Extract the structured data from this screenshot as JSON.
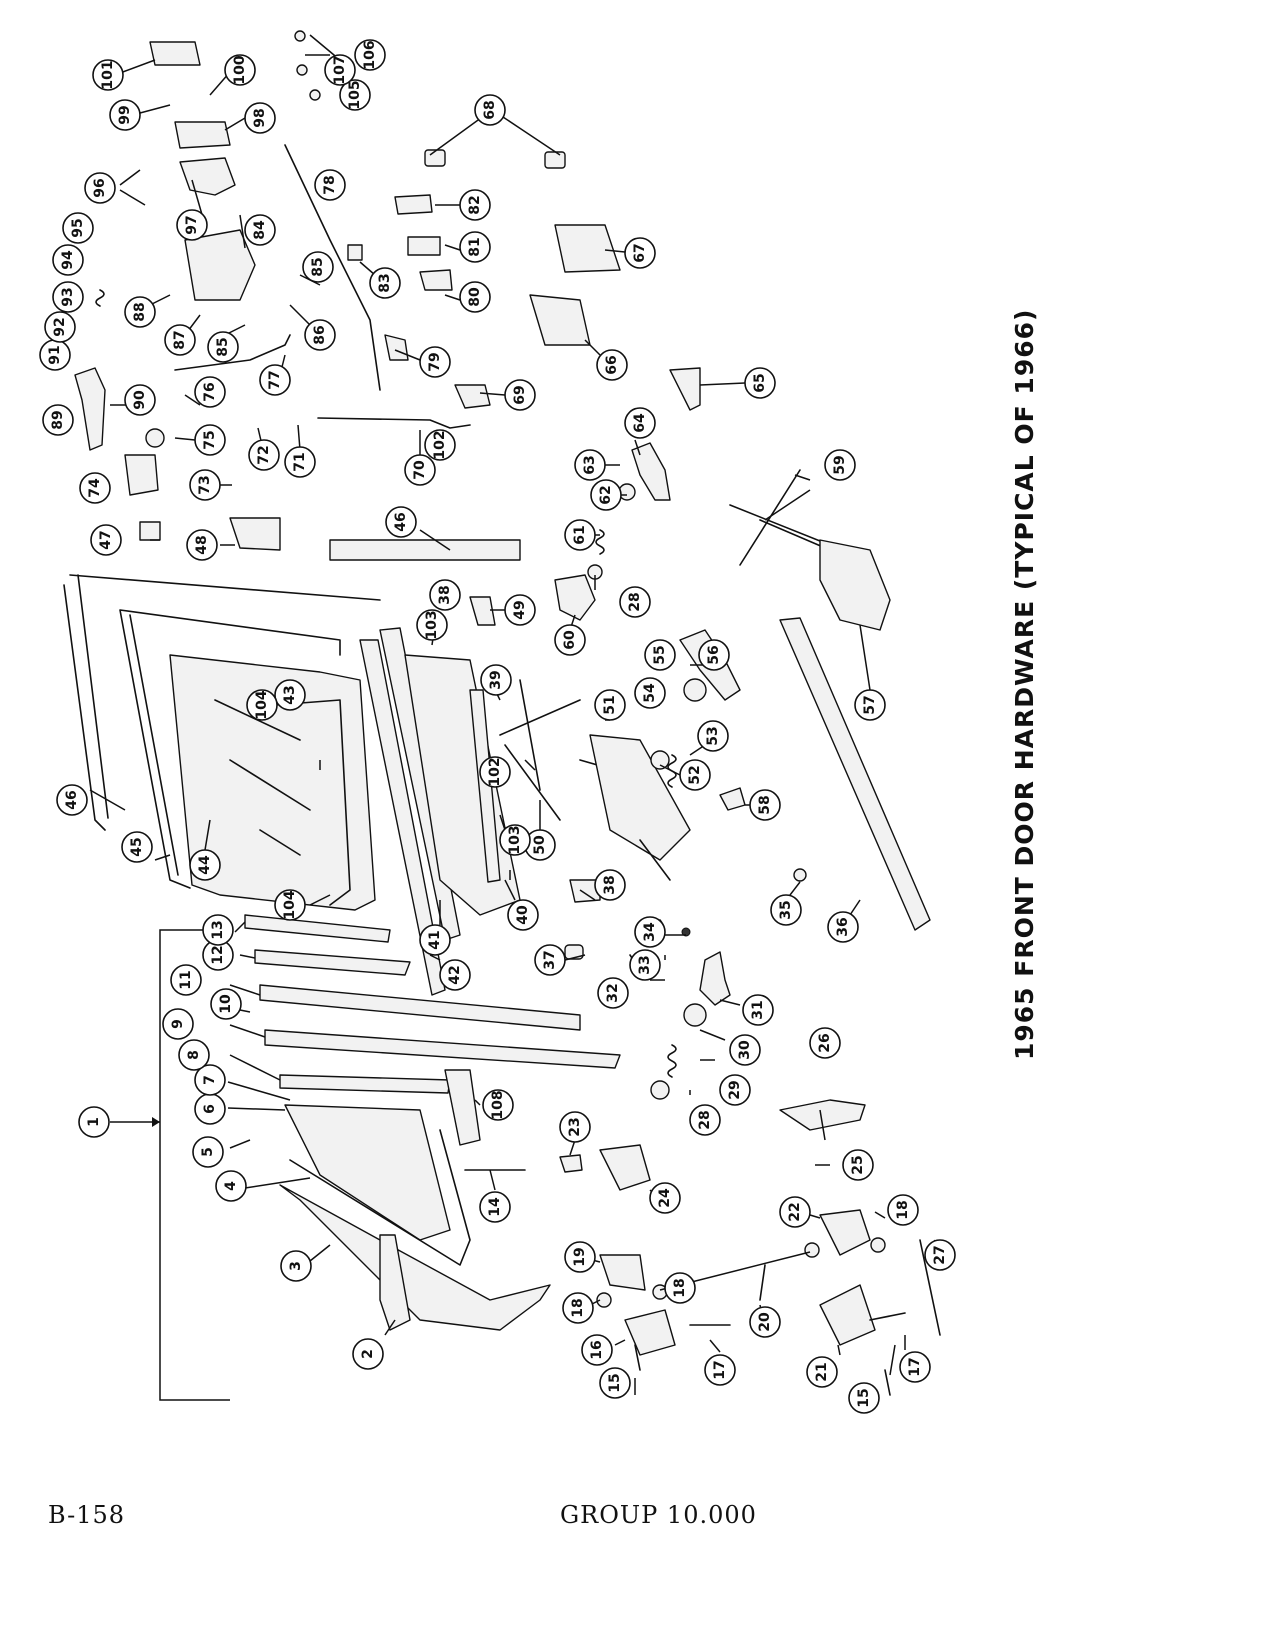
{
  "title": "1965 FRONT DOOR HARDWARE (TYPICAL OF 1966)",
  "footer": {
    "page": "B-158",
    "group": "GROUP 10.000"
  },
  "callouts": [
    "1",
    "2",
    "3",
    "4",
    "5",
    "6",
    "7",
    "8",
    "9",
    "10",
    "11",
    "12",
    "13",
    "14",
    "15",
    "15",
    "16",
    "17",
    "17",
    "18",
    "18",
    "18",
    "19",
    "20",
    "21",
    "22",
    "23",
    "24",
    "25",
    "26",
    "27",
    "28",
    "28",
    "29",
    "30",
    "31",
    "32",
    "33",
    "34",
    "35",
    "36",
    "37",
    "38",
    "38",
    "39",
    "40",
    "41",
    "42",
    "43",
    "44",
    "45",
    "46",
    "46",
    "47",
    "48",
    "49",
    "50",
    "51",
    "52",
    "53",
    "54",
    "55",
    "56",
    "57",
    "58",
    "59",
    "60",
    "61",
    "62",
    "63",
    "64",
    "65",
    "66",
    "67",
    "68",
    "69",
    "70",
    "71",
    "72",
    "73",
    "74",
    "75",
    "76",
    "77",
    "78",
    "79",
    "80",
    "81",
    "82",
    "83",
    "84",
    "85",
    "85",
    "86",
    "87",
    "88",
    "89",
    "90",
    "91",
    "92",
    "93",
    "94",
    "95",
    "96",
    "97",
    "98",
    "99",
    "100",
    "101",
    "102",
    "102",
    "103",
    "103",
    "104",
    "104",
    "105",
    "106",
    "107",
    "108"
  ]
}
